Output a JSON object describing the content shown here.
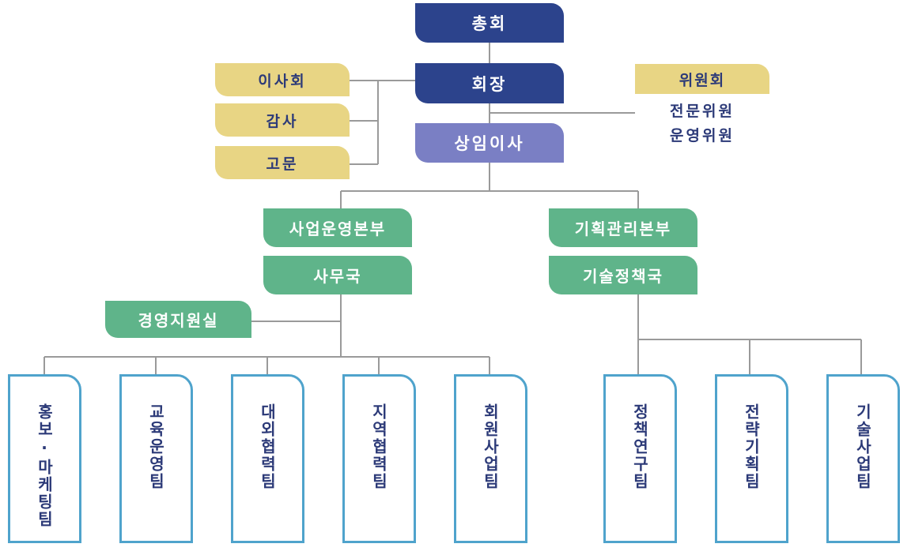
{
  "top": {
    "general_assembly": "총회",
    "chairman": "회장",
    "standing_director": "상임이사"
  },
  "advisory": {
    "board": "이사회",
    "auditor": "감사",
    "advisor": "고문"
  },
  "committees": {
    "title": "위원회",
    "items": [
      "전문위원",
      "운영위원"
    ]
  },
  "headquarters": {
    "business": "사업운영본부",
    "planning": "기획관리본부"
  },
  "bureaus": {
    "secretariat": "사무국",
    "tech_policy": "기술정책국"
  },
  "management_office": "경영지원실",
  "teams": {
    "left": [
      "홍보·마케팅팀",
      "교육운영팀",
      "대외협력팀",
      "지역협력팀",
      "회원사업팀"
    ],
    "right": [
      "정책연구팀",
      "전략기획팀",
      "기술사업팀"
    ]
  },
  "colors": {
    "navy": "#2c438c",
    "purple": "#7a7fc4",
    "yellow": "#e8d584",
    "green": "#5fb48a",
    "team_border": "#4fa3cc",
    "connector": "#9a9a9a"
  }
}
